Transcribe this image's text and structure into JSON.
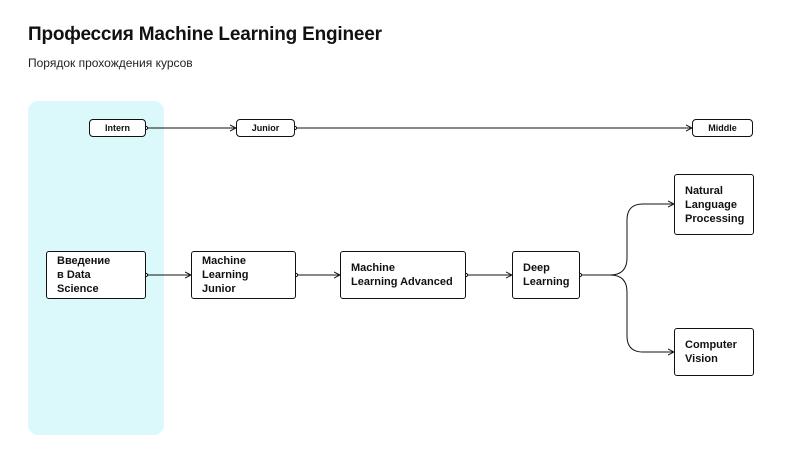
{
  "title": "Профессия Machine Learning Engineer",
  "subtitle": "Порядок прохождения курсов",
  "levels": {
    "intern": "Intern",
    "junior": "Junior",
    "middle": "Middle"
  },
  "courses": {
    "intro": "Введение\nв Data Science",
    "ml_junior": "Machine\nLearning Junior",
    "ml_advanced": "Machine\nLearning Advanced",
    "deep_learning": "Deep\nLearning",
    "nlp": "Natural\nLanguage\nProcessing",
    "cv": "Computer\nVision"
  },
  "colors": {
    "highlight": "#dbf8fa",
    "stroke": "#111111"
  }
}
